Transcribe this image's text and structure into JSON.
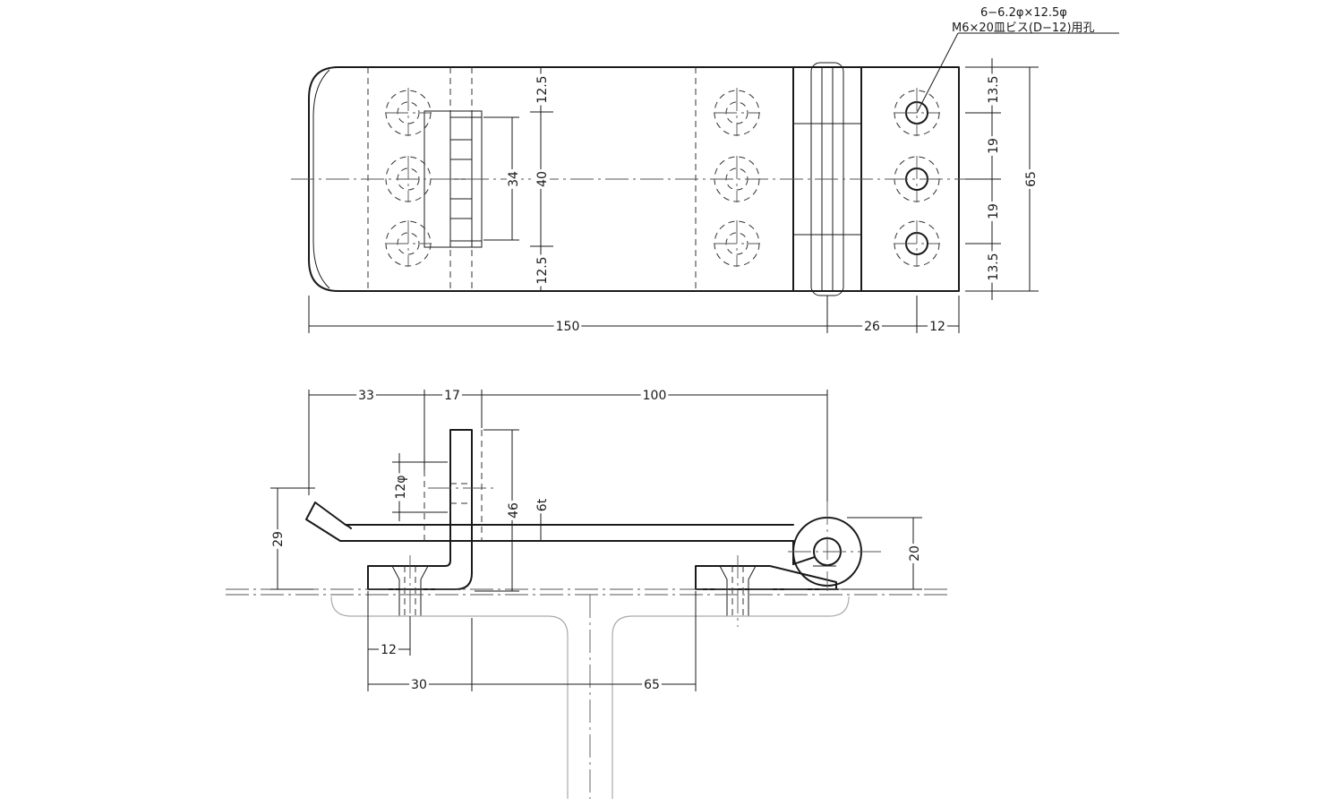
{
  "note": {
    "line1": "6−6.2φ×12.5φ",
    "line2": "M6×20皿ビス(D−12)用孔"
  },
  "plan_view": {
    "dims": {
      "left_top": "12.5",
      "left_mid": "40",
      "left_bottom": "12.5",
      "slot": "34",
      "right_top": "13.5",
      "right_mid1": "19",
      "right_mid2": "19",
      "right_bottom": "13.5",
      "height": "65",
      "length": "150",
      "hinge_offset": "26",
      "hole_offset": "12"
    }
  },
  "side_view": {
    "dims": {
      "a": "33",
      "b": "17",
      "c": "100",
      "pin": "12φ",
      "height": "46",
      "thickness": "6t",
      "total_h": "29",
      "knuckle": "20",
      "hole_x": "12",
      "base_left": "30",
      "base_right": "65"
    }
  }
}
